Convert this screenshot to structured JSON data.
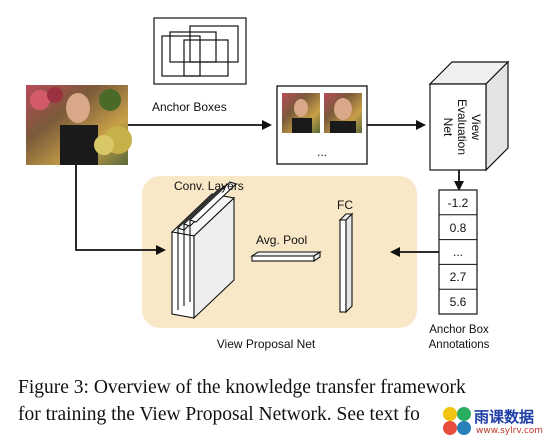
{
  "diagram": {
    "anchor_boxes_label": "Anchor Boxes",
    "view_eval_label": [
      "View",
      "Evaluation",
      "Net"
    ],
    "ellipsis": "...",
    "conv_layers_label": "Conv. Layers",
    "avg_pool_label": "Avg. Pool",
    "fc_label": "FC",
    "view_proposal_label": "View Proposal Net",
    "annotation_label": [
      "Anchor Box",
      "Annotations"
    ],
    "scores": [
      "-1.2",
      "0.8",
      "...",
      "2.7",
      "5.6"
    ]
  },
  "caption": {
    "line1": "Figure 3:  Overview of the knowledge transfer framework",
    "line2": "for training the View Proposal Network. See text fo"
  },
  "watermark": {
    "text": "雨课数据",
    "url": "www.sylrv.com"
  },
  "colors": {
    "panel_fill": "#f8e8c8",
    "line": "#111111"
  }
}
